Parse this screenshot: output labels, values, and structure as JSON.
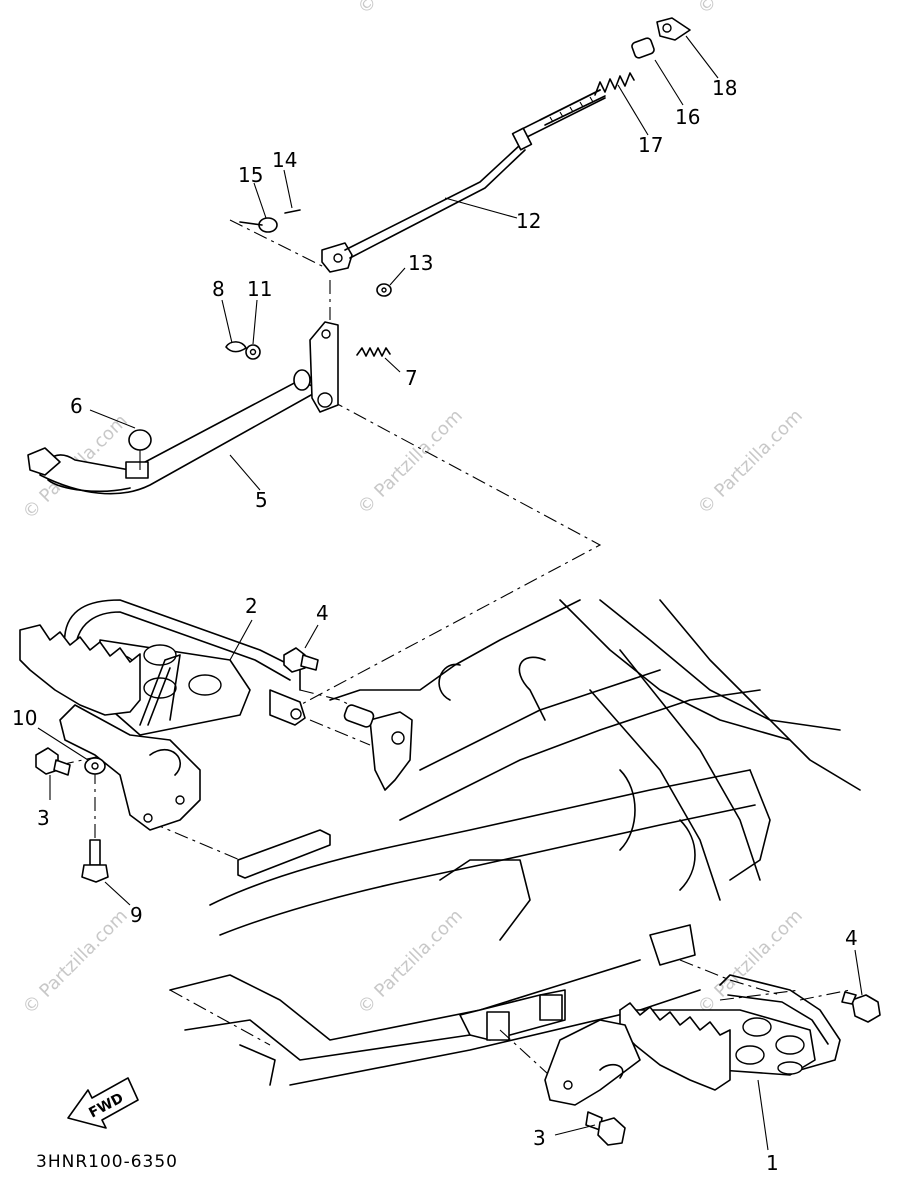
{
  "diagram": {
    "drawing_code": "3HNR100-6350",
    "direction_label": "FWD",
    "watermark_text": "© Partzilla.com",
    "callouts": [
      {
        "id": "1",
        "label": "1"
      },
      {
        "id": "2",
        "label": "2"
      },
      {
        "id": "3a",
        "label": "3"
      },
      {
        "id": "3b",
        "label": "3"
      },
      {
        "id": "4a",
        "label": "4"
      },
      {
        "id": "4b",
        "label": "4"
      },
      {
        "id": "5",
        "label": "5"
      },
      {
        "id": "6",
        "label": "6"
      },
      {
        "id": "7",
        "label": "7"
      },
      {
        "id": "8",
        "label": "8"
      },
      {
        "id": "9",
        "label": "9"
      },
      {
        "id": "10",
        "label": "10"
      },
      {
        "id": "11",
        "label": "11"
      },
      {
        "id": "12",
        "label": "12"
      },
      {
        "id": "13",
        "label": "13"
      },
      {
        "id": "14",
        "label": "14"
      },
      {
        "id": "15",
        "label": "15"
      },
      {
        "id": "16",
        "label": "16"
      },
      {
        "id": "17",
        "label": "17"
      },
      {
        "id": "18",
        "label": "18"
      }
    ]
  }
}
